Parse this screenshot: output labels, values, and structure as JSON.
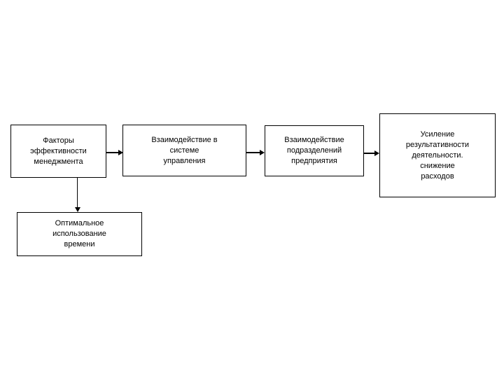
{
  "diagram": {
    "background_color": "#ffffff",
    "box_border_color": "#000000",
    "text_color": "#000000",
    "boxes": [
      {
        "id": "factors",
        "label": "Факторы\nэффективности\nменеджмента"
      },
      {
        "id": "system",
        "label": "Взаимодействие в\nсистеме\nуправления"
      },
      {
        "id": "divisions",
        "label": "Взаимодействие\nподразделений\nпредприятия"
      },
      {
        "id": "result",
        "label": "Усиление\nрезультативности\nдеятельности.\nснижение\nрасходов"
      },
      {
        "id": "time",
        "label": "Оптимальное\nиспользование\nвремени"
      }
    ],
    "connections": [
      {
        "from": "factors",
        "to": "system",
        "direction": "right"
      },
      {
        "from": "system",
        "to": "divisions",
        "direction": "right"
      },
      {
        "from": "divisions",
        "to": "result",
        "direction": "right"
      },
      {
        "from": "factors",
        "to": "time",
        "direction": "down"
      }
    ]
  }
}
